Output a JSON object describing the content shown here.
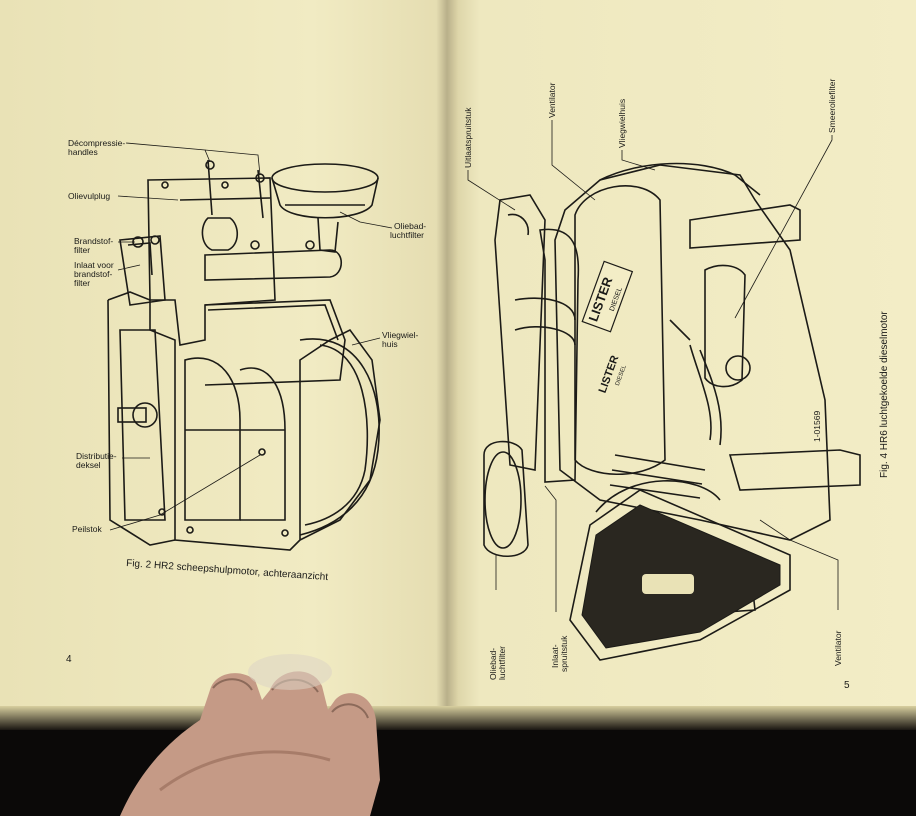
{
  "left_page": {
    "labels": {
      "decompressie": [
        "Décompressie-",
        "handles"
      ],
      "olievulplug": [
        "Olievulplug"
      ],
      "brandstoffilter": [
        "Brandstof-",
        "filter"
      ],
      "inlaat": [
        "Inlaat voor",
        "brandstof-",
        "filter"
      ],
      "oliebad": [
        "Oliebad-",
        "luchtfilter"
      ],
      "vliegwielhuis": [
        "Vliegwiel-",
        "huis"
      ],
      "distributie": [
        "Distributie-",
        "deksel"
      ],
      "peilstok": [
        "Peilstok"
      ]
    },
    "caption": "Fig. 2  HR2 scheepshulpmotor, achteraanzicht",
    "page_number": "4"
  },
  "right_page": {
    "labels": {
      "uitlaat": "Uitlaatspruitstuk",
      "ventilator_top": "Ventilator",
      "vliegwielhuis": "Vliegwielhuis",
      "smeerolie": "Smeeroliefilter",
      "oliebad": [
        "Oliebad-",
        "luchtfilter"
      ],
      "inlaat": [
        "Inlaat-",
        "spruitstuk"
      ],
      "ventilator_bottom": "Ventilator"
    },
    "drawing_id": "1-01569",
    "brand": [
      "LISTER",
      "DIESEL"
    ],
    "caption": "Fig. 4  HR6 luchtgekoelde dieselmotor",
    "page_number": "5"
  }
}
